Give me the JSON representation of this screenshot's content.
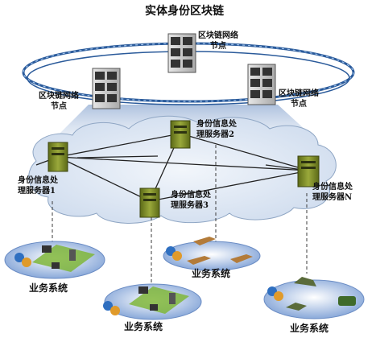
{
  "title": "实体身份区块链",
  "blockchain_nodes": [
    {
      "line1": "区块链网络",
      "line2": "节点"
    },
    {
      "line1": "区块链网络",
      "line2": "节点"
    },
    {
      "line1": "区块链网络",
      "line2": "节点"
    }
  ],
  "servers": [
    {
      "line1": "身份信息处",
      "line2": "理服务器1"
    },
    {
      "line1": "身份信息处",
      "line2": "理服务器2"
    },
    {
      "line1": "身份信息处",
      "line2": "理服务器3"
    },
    {
      "line1": "身份信息处",
      "line2": "理服务器N"
    }
  ],
  "business_systems": [
    "业务系统",
    "业务系统",
    "业务系统",
    "业务系统"
  ],
  "colors": {
    "ring": "#3a6fb0",
    "cloud": "#dfe8f4",
    "disc": "#8fb0e0",
    "server": "#7d8a2a"
  }
}
